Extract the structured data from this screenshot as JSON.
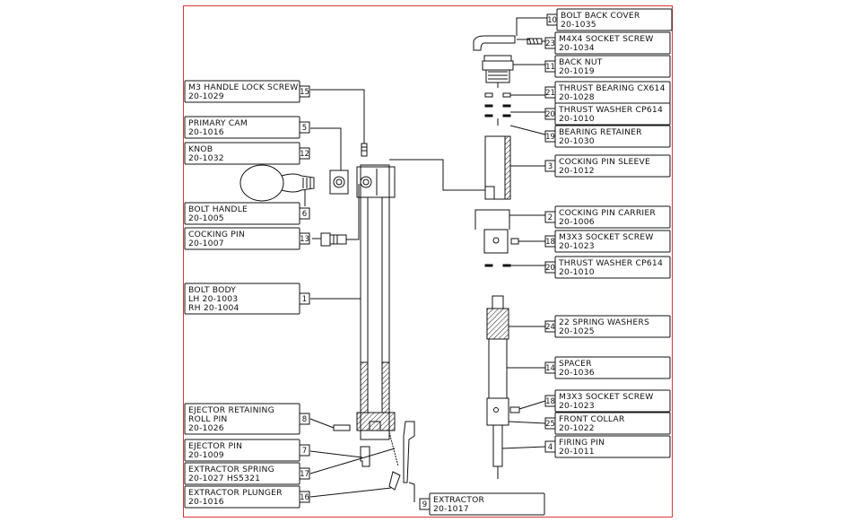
{
  "frame_color": "#d43a3a",
  "line_color": "#111111",
  "callouts": [
    {
      "id": "bolt-back-cover",
      "number": "10",
      "lines": [
        "BOLT BACK COVER",
        "20-1035"
      ]
    },
    {
      "id": "m4x4-socket-screw",
      "number": "23",
      "lines": [
        "M4X4 SOCKET SCREW",
        "20-1034"
      ]
    },
    {
      "id": "back-nut",
      "number": "11",
      "lines": [
        "BACK NUT",
        "20-1019"
      ]
    },
    {
      "id": "thrust-bearing",
      "number": "21",
      "lines": [
        "THRUST BEARING CX614",
        "20-1028"
      ]
    },
    {
      "id": "thrust-washer-top",
      "number": "20",
      "lines": [
        "THRUST WASHER CP614",
        "20-1010"
      ]
    },
    {
      "id": "bearing-retainer",
      "number": "19",
      "lines": [
        "BEARING RETAINER",
        "20-1030"
      ]
    },
    {
      "id": "cocking-pin-sleeve",
      "number": "3",
      "lines": [
        "COCKING PIN SLEEVE",
        "20-1012"
      ]
    },
    {
      "id": "cocking-pin-carrier",
      "number": "2",
      "lines": [
        "COCKING PIN CARRIER",
        "20-1006"
      ]
    },
    {
      "id": "m3x3-socket-screw-top",
      "number": "18",
      "lines": [
        "M3X3 SOCKET SCREW",
        "20-1023"
      ]
    },
    {
      "id": "thrust-washer-bottom",
      "number": "20",
      "lines": [
        "THRUST WASHER CP614",
        "20-1010"
      ]
    },
    {
      "id": "spring-washers",
      "number": "24",
      "lines": [
        "22 SPRING WASHERS",
        "20-1025"
      ]
    },
    {
      "id": "spacer",
      "number": "14",
      "lines": [
        "SPACER",
        "20-1036"
      ]
    },
    {
      "id": "m3x3-socket-screw-bottom",
      "number": "18",
      "lines": [
        "M3X3 SOCKET SCREW",
        "20-1023"
      ]
    },
    {
      "id": "front-collar",
      "number": "25",
      "lines": [
        "FRONT COLLAR",
        "20-1022"
      ]
    },
    {
      "id": "firing-pin",
      "number": "4",
      "lines": [
        "FIRING PIN",
        "20-1011"
      ]
    },
    {
      "id": "extractor",
      "number": "9",
      "lines": [
        "EXTRACTOR",
        "20-1017"
      ]
    },
    {
      "id": "m3-handle-lock-screw",
      "number": "15",
      "lines": [
        "M3 HANDLE LOCK SCREW",
        "20-1029"
      ]
    },
    {
      "id": "primary-cam",
      "number": "5",
      "lines": [
        "PRIMARY CAM",
        "20-1016"
      ]
    },
    {
      "id": "knob",
      "number": "12",
      "lines": [
        "KNOB",
        "20-1032"
      ]
    },
    {
      "id": "bolt-handle",
      "number": "6",
      "lines": [
        "BOLT HANDLE",
        "20-1005"
      ]
    },
    {
      "id": "cocking-pin",
      "number": "13",
      "lines": [
        "COCKING PIN",
        "20-1007"
      ]
    },
    {
      "id": "bolt-body",
      "number": "1",
      "lines": [
        "BOLT BODY",
        "LH  20-1003",
        "RH  20-1004"
      ]
    },
    {
      "id": "ejector-retaining-roll-pin",
      "number": "8",
      "lines": [
        "EJECTOR RETAINING",
        "ROLL PIN",
        "20-1026"
      ]
    },
    {
      "id": "ejector-pin",
      "number": "7",
      "lines": [
        "EJECTOR PIN",
        "20-1009"
      ]
    },
    {
      "id": "extractor-spring",
      "number": "17",
      "lines": [
        "EXTRACTOR SPRING",
        "20-1027      HS5321"
      ]
    },
    {
      "id": "extractor-plunger",
      "number": "16",
      "lines": [
        "EXTRACTOR PLUNGER",
        "20-1016"
      ]
    }
  ]
}
